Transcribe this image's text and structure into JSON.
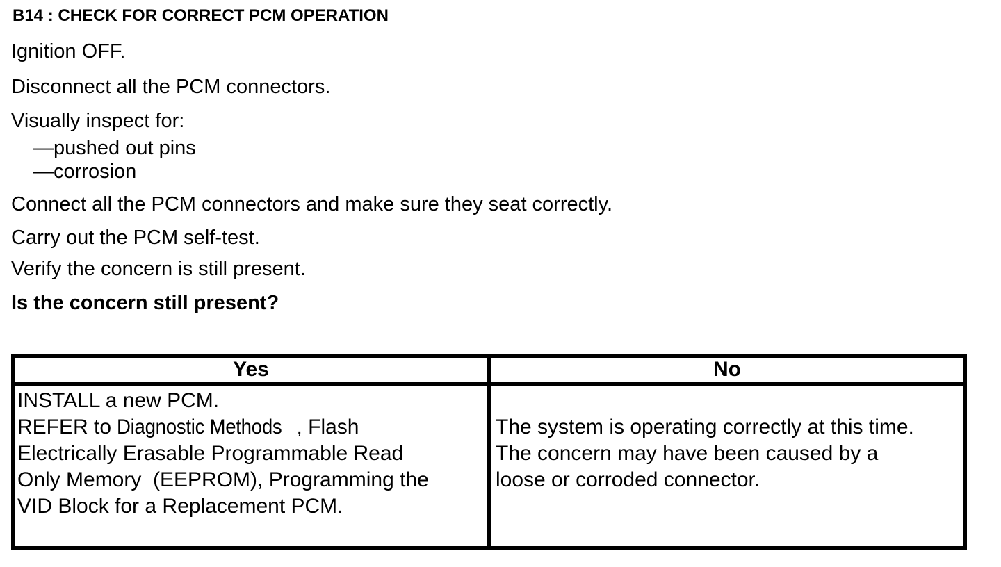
{
  "colors": {
    "text": "#000000",
    "background": "#ffffff",
    "border": "#000000"
  },
  "page": {
    "heading": "B14 : CHECK FOR CORRECT PCM OPERATION",
    "steps": [
      "Ignition OFF.",
      "Disconnect all the PCM connectors.",
      "Visually inspect for:"
    ],
    "inspect_items": [
      "—pushed out pins",
      "—corrosion"
    ],
    "steps_after": [
      "Connect all the PCM connectors and make sure they seat correctly.",
      "Carry out the PCM self-test.",
      "Verify the concern is still present."
    ],
    "question": "Is the concern still present?"
  },
  "decision_table": {
    "yes_header": "Yes",
    "no_header": "No",
    "yes_cell": {
      "line1": "INSTALL a new PCM.",
      "line2_pre": "REFER to ",
      "line2_ref": "Diagnostic Methods",
      "line2_post": ", Flash",
      "line3": "Electrically Erasable Programmable Read",
      "line4": "Only Memory  (EEPROM), Programming the",
      "line5": "VID Block for a Replacement PCM."
    },
    "no_cell": {
      "line1": "The system is operating correctly at this time.",
      "line2": "The concern may have been caused by a",
      "line3": "loose or corroded connector."
    }
  }
}
